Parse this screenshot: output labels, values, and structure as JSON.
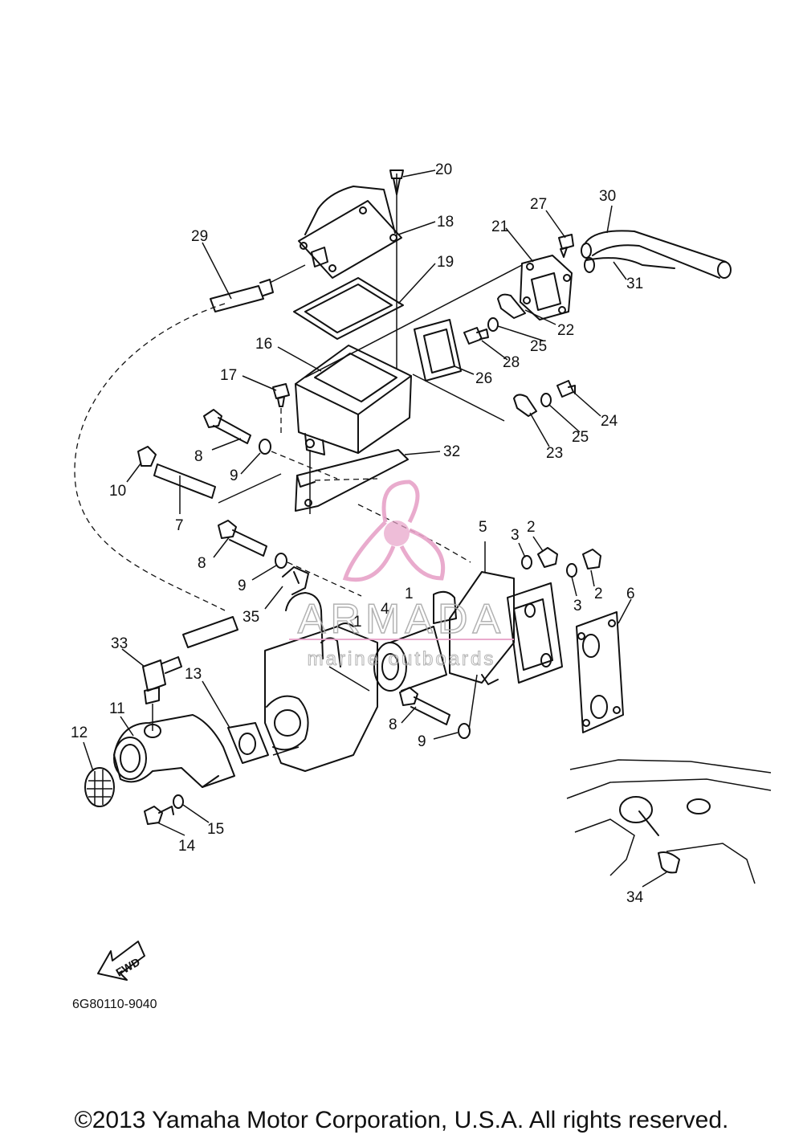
{
  "callouts": [
    "1",
    "1",
    "2",
    "2",
    "3",
    "3",
    "4",
    "5",
    "6",
    "7",
    "8",
    "8",
    "8",
    "9",
    "9",
    "9",
    "10",
    "11",
    "12",
    "13",
    "14",
    "15",
    "16",
    "17",
    "18",
    "19",
    "20",
    "21",
    "22",
    "23",
    "24",
    "25",
    "25",
    "26",
    "27",
    "28",
    "29",
    "30",
    "31",
    "32",
    "33",
    "34",
    "35"
  ],
  "part_code": "6G80110-9040",
  "fwd_label": "FWD",
  "watermark": {
    "brand": "ARMADA",
    "tagline": "marine outboards",
    "color": "#e7a2c8"
  },
  "copyright": "©2013 Yamaha Motor Corporation, U.S.A. All rights reserved."
}
